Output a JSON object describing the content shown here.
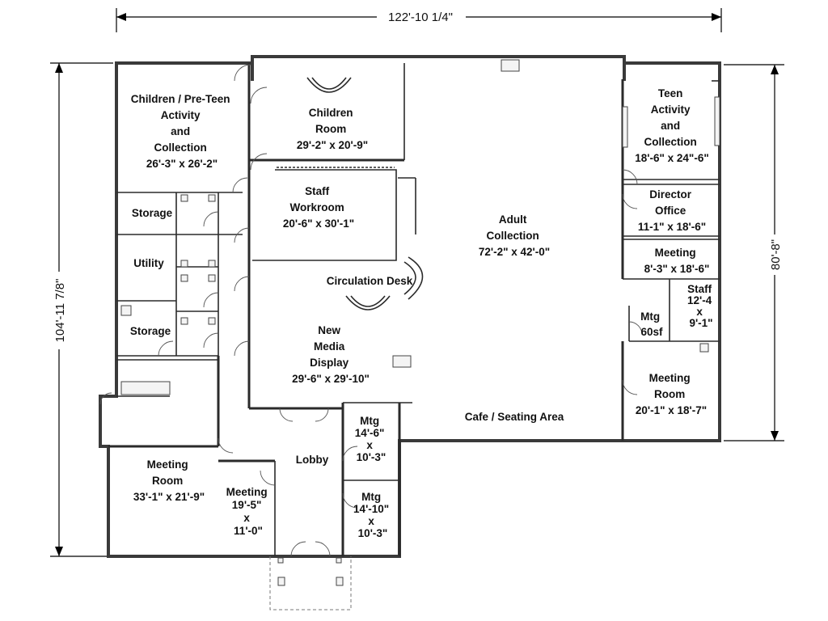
{
  "dimensions": {
    "overall_width": "122'-10 1/4\"",
    "overall_height_left": "104'-11 7/8\"",
    "height_right": "80'-8\""
  },
  "rooms": [
    {
      "key": "children-preteen",
      "lines": [
        "Children / Pre-Teen",
        "Activity",
        "and",
        "Collection",
        "26'-3\" x 26'-2\""
      ]
    },
    {
      "key": "children-room",
      "lines": [
        "Children",
        "Room",
        "29'-2\" x 20'-9\""
      ]
    },
    {
      "key": "teen",
      "lines": [
        "Teen",
        "Activity",
        "and",
        "Collection",
        "18'-6\" x 24\"-6\""
      ]
    },
    {
      "key": "staff-workroom",
      "lines": [
        "Staff",
        "Workroom",
        "20'-6\" x 30'-1\""
      ]
    },
    {
      "key": "storage-1",
      "lines": [
        "Storage"
      ]
    },
    {
      "key": "adult-collection",
      "lines": [
        "Adult",
        "Collection",
        "72'-2\" x 42'-0\""
      ]
    },
    {
      "key": "director-office",
      "lines": [
        "Director",
        "Office",
        "11-1\" x 18'-6\""
      ]
    },
    {
      "key": "utility",
      "lines": [
        "Utility"
      ]
    },
    {
      "key": "meeting-small",
      "lines": [
        "Meeting",
        "8'-3\" x 18'-6\""
      ]
    },
    {
      "key": "circulation-desk",
      "lines": [
        "Circulation Desk"
      ]
    },
    {
      "key": "staff-small",
      "lines": [
        "Staff",
        "12'-4",
        "x",
        "9'-1\""
      ]
    },
    {
      "key": "mtg-60sf",
      "lines": [
        "Mtg",
        "60sf"
      ]
    },
    {
      "key": "storage-2",
      "lines": [
        "Storage"
      ]
    },
    {
      "key": "new-media",
      "lines": [
        "New",
        "Media",
        "Display",
        "29'-6\" x 29'-10\""
      ]
    },
    {
      "key": "meeting-room-right",
      "lines": [
        "Meeting",
        "Room",
        "20'-1\" x 18'-7\""
      ]
    },
    {
      "key": "cafe",
      "lines": [
        "Cafe / Seating Area"
      ]
    },
    {
      "key": "mtg-1",
      "lines": [
        "Mtg",
        "14'-6\"",
        "x",
        "10'-3\""
      ]
    },
    {
      "key": "lobby",
      "lines": [
        "Lobby"
      ]
    },
    {
      "key": "meeting-room-left",
      "lines": [
        "Meeting",
        "Room",
        "33'-1\" x 21'-9\""
      ]
    },
    {
      "key": "meeting-lobby",
      "lines": [
        "Meeting",
        "19'-5\"",
        "x",
        "11'-0\""
      ]
    },
    {
      "key": "mtg-2",
      "lines": [
        "Mtg",
        "14'-10\"",
        "x",
        "10'-3\""
      ]
    }
  ]
}
